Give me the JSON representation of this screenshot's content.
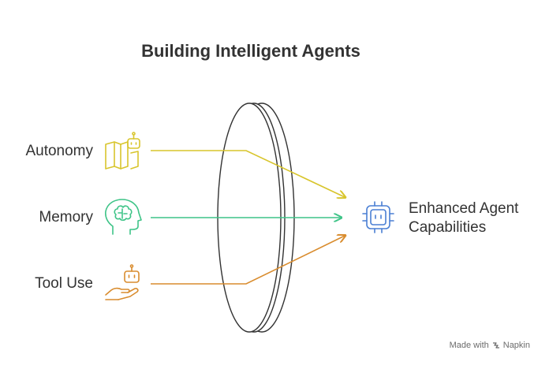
{
  "title": "Building Intelligent Agents",
  "inputs": [
    {
      "label": "Autonomy",
      "icon": "map-robot-icon",
      "color": "#d8c52c"
    },
    {
      "label": "Memory",
      "icon": "brain-head-icon",
      "color": "#3fc488"
    },
    {
      "label": "Tool Use",
      "icon": "hand-robot-icon",
      "color": "#d98c2e"
    }
  ],
  "lens": {
    "stroke": "#333333",
    "fill": "#ffffff"
  },
  "output": {
    "label_line1": "Enhanced Agent",
    "label_line2": "Capabilities",
    "icon": "chip-robot-icon",
    "color": "#4a7fd4"
  },
  "footer": {
    "made_with": "Made with",
    "brand": "Napkin"
  }
}
